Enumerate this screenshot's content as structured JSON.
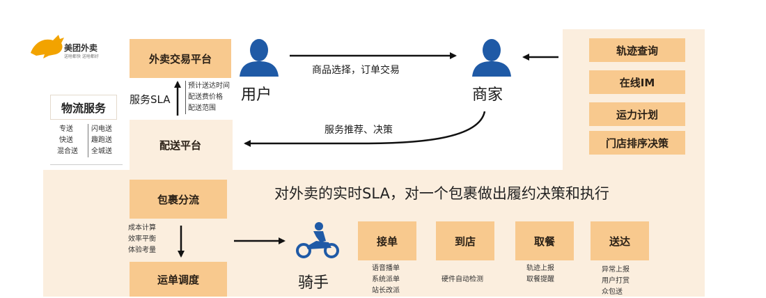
{
  "logo": {
    "name": "美团外卖",
    "slogan": "送啥都快 送啥都好"
  },
  "left": {
    "logistics_title": "物流服务",
    "services_col1": [
      "专送",
      "快送",
      "混合送"
    ],
    "services_col2": [
      "闪电送",
      "趣跑送",
      "全城送"
    ]
  },
  "top": {
    "trade_platform": "外卖交易平台",
    "sla_label": "服务SLA",
    "sla_items": [
      "预计送达时间",
      "配送费价格",
      "配送范围"
    ],
    "delivery_platform": "配送平台",
    "user_label": "用户",
    "merchant_label": "商家",
    "arrow_top_label": "商品选择，订单交易",
    "arrow_bottom_label": "服务推荐、决策"
  },
  "right": {
    "items": [
      "轨迹查询",
      "在线IM",
      "运力计划",
      "门店排序决策"
    ]
  },
  "bottom": {
    "headline": "对外卖的实时SLA，对一个包裹做出履约决策和执行",
    "parcel_split": "包裹分流",
    "split_notes": [
      "成本计算",
      "效率平衡",
      "体验考量"
    ],
    "dispatch": "运单调度",
    "rider_label": "骑手",
    "steps": [
      {
        "label": "接单",
        "notes": [
          "语音播单",
          "系统派单",
          "站长改派"
        ]
      },
      {
        "label": "到店",
        "notes": [
          "硬件自动检测"
        ]
      },
      {
        "label": "取餐",
        "notes": [
          "轨迹上报",
          "取餐提醒"
        ]
      },
      {
        "label": "送达",
        "notes": [
          "异常上报",
          "用户打赏",
          "众包送"
        ]
      }
    ]
  },
  "colors": {
    "box": "#f8c98e",
    "panel": "#fbeede",
    "icon": "#1f5aa6",
    "logo": "#f2a300"
  }
}
